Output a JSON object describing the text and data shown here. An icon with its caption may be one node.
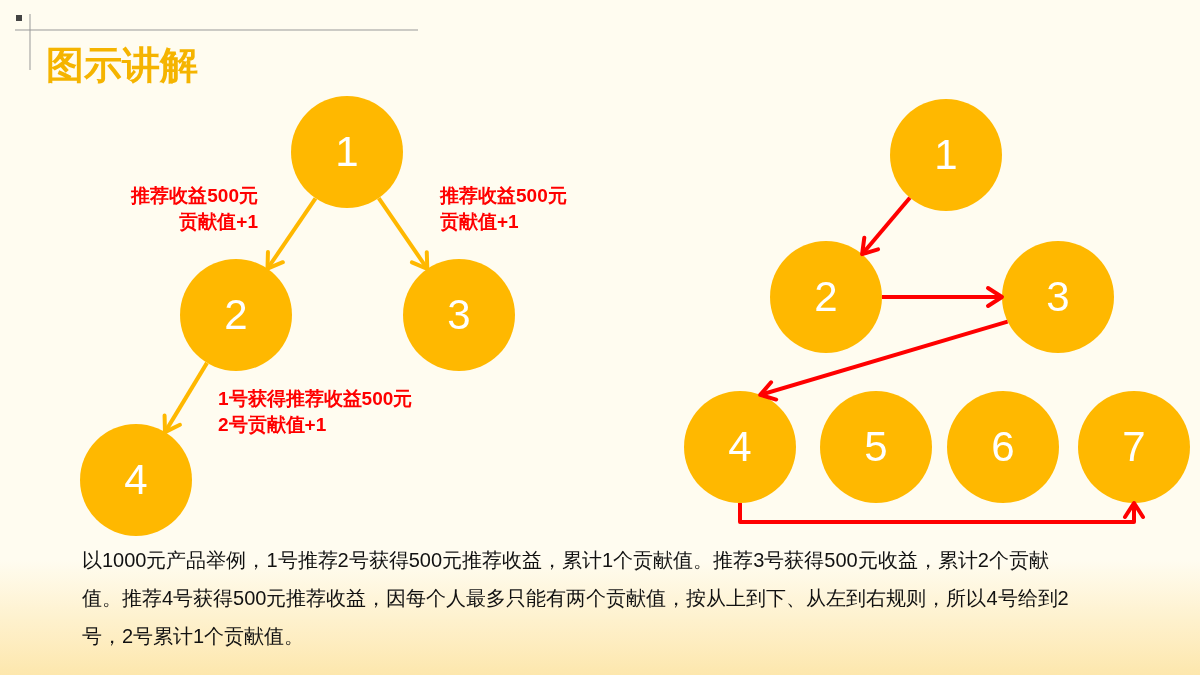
{
  "diagram": {
    "title": "图示讲解",
    "nodes": [
      {
        "text": [
          "1"
        ]
      },
      {
        "text": [
          "2"
        ]
      },
      {
        "text": [
          "3"
        ]
      },
      {
        "text": [
          "4"
        ]
      },
      {
        "text": [
          "1"
        ]
      },
      {
        "text": [
          "2"
        ]
      },
      {
        "text": [
          "3"
        ]
      },
      {
        "text": [
          "4"
        ]
      },
      {
        "text": [
          "5"
        ]
      },
      {
        "text": [
          "6"
        ]
      },
      {
        "text": [
          "7"
        ]
      }
    ],
    "edges": [
      {
        "from": 0,
        "to": 1,
        "arrow": "to",
        "label": "推荐收益500元贡献值+1",
        "color": "#ffb800"
      },
      {
        "from": 0,
        "to": 2,
        "arrow": "to",
        "label": "推荐收益500元贡献值+1",
        "color": "#ffb800"
      },
      {
        "from": 1,
        "to": 3,
        "arrow": "to",
        "label": "1号获得推荐收益500元2号贡献值+1",
        "color": "#ffb800"
      },
      {
        "from": 4,
        "to": 5,
        "arrow": "to",
        "color": "#ff0000"
      },
      {
        "from": 5,
        "to": 6,
        "arrow": "to",
        "color": "#ff0000"
      },
      {
        "from": 6,
        "to": 7,
        "arrow": "to",
        "color": "#ff0000"
      },
      {
        "from": 7,
        "to": 10,
        "arrow": "to",
        "color": "#ff0000"
      }
    ],
    "labels": [
      "以1000元产品举例，1号推荐2号获得500元推荐收益，累计1个贡献值。推荐3号获得500元收益，累计2个贡献值。推荐4号获得500元推荐收益，因每个人最多只能有两个贡献值，按从上到下、从左到右规则，所以4号给到2号，2号累计1个贡献值。"
    ]
  }
}
